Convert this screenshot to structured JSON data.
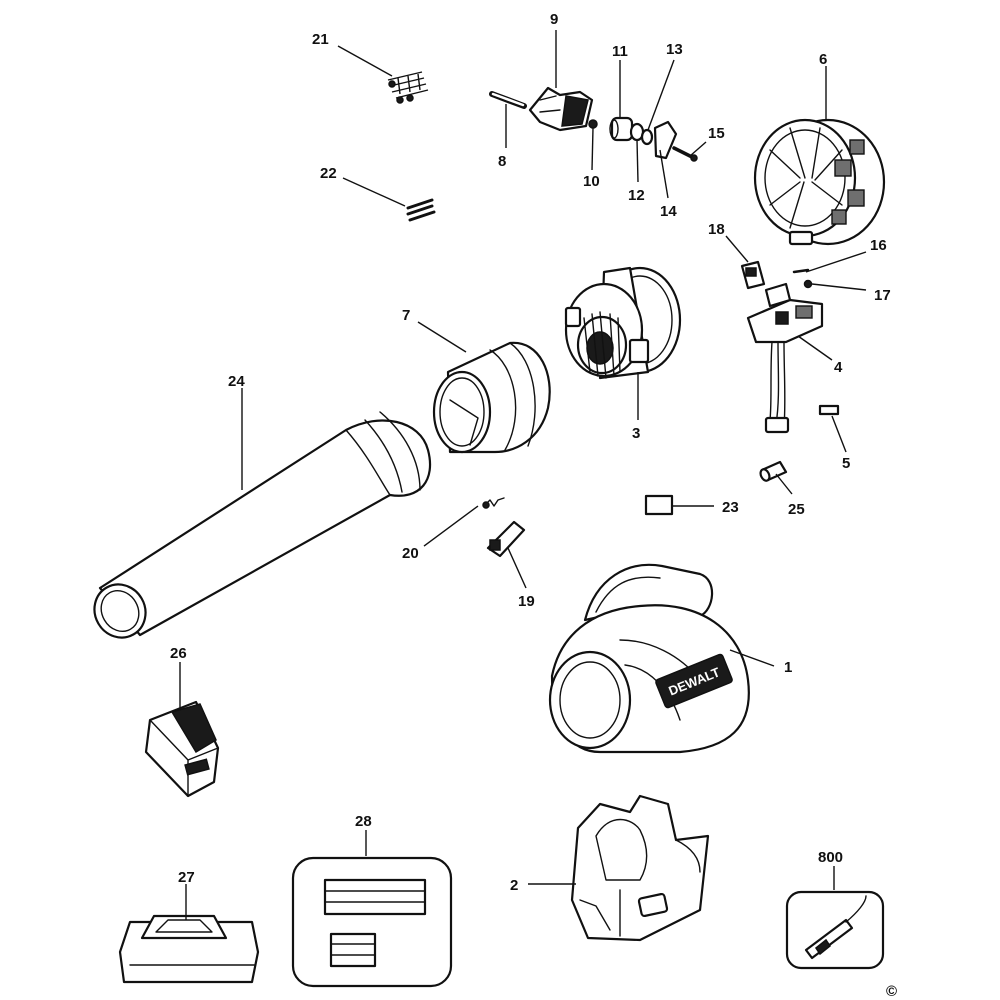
{
  "diagram": {
    "parts": [
      {
        "id": "p1",
        "label": "1"
      },
      {
        "id": "p2",
        "label": "2"
      },
      {
        "id": "p3",
        "label": "3"
      },
      {
        "id": "p4",
        "label": "4"
      },
      {
        "id": "p5",
        "label": "5"
      },
      {
        "id": "p6",
        "label": "6"
      },
      {
        "id": "p7",
        "label": "7"
      },
      {
        "id": "p8",
        "label": "8"
      },
      {
        "id": "p9",
        "label": "9"
      },
      {
        "id": "p10",
        "label": "10"
      },
      {
        "id": "p11",
        "label": "11"
      },
      {
        "id": "p12",
        "label": "12"
      },
      {
        "id": "p13",
        "label": "13"
      },
      {
        "id": "p14",
        "label": "14"
      },
      {
        "id": "p15",
        "label": "15"
      },
      {
        "id": "p16",
        "label": "16"
      },
      {
        "id": "p17",
        "label": "17"
      },
      {
        "id": "p18",
        "label": "18"
      },
      {
        "id": "p19",
        "label": "19"
      },
      {
        "id": "p20",
        "label": "20"
      },
      {
        "id": "p21",
        "label": "21"
      },
      {
        "id": "p22",
        "label": "22"
      },
      {
        "id": "p23",
        "label": "23"
      },
      {
        "id": "p24",
        "label": "24"
      },
      {
        "id": "p25",
        "label": "25"
      },
      {
        "id": "p26",
        "label": "26"
      },
      {
        "id": "p27",
        "label": "27"
      },
      {
        "id": "p28",
        "label": "28"
      },
      {
        "id": "p800",
        "label": "800"
      }
    ],
    "brand_text": "DEWALT",
    "copyright_symbol": "©"
  }
}
